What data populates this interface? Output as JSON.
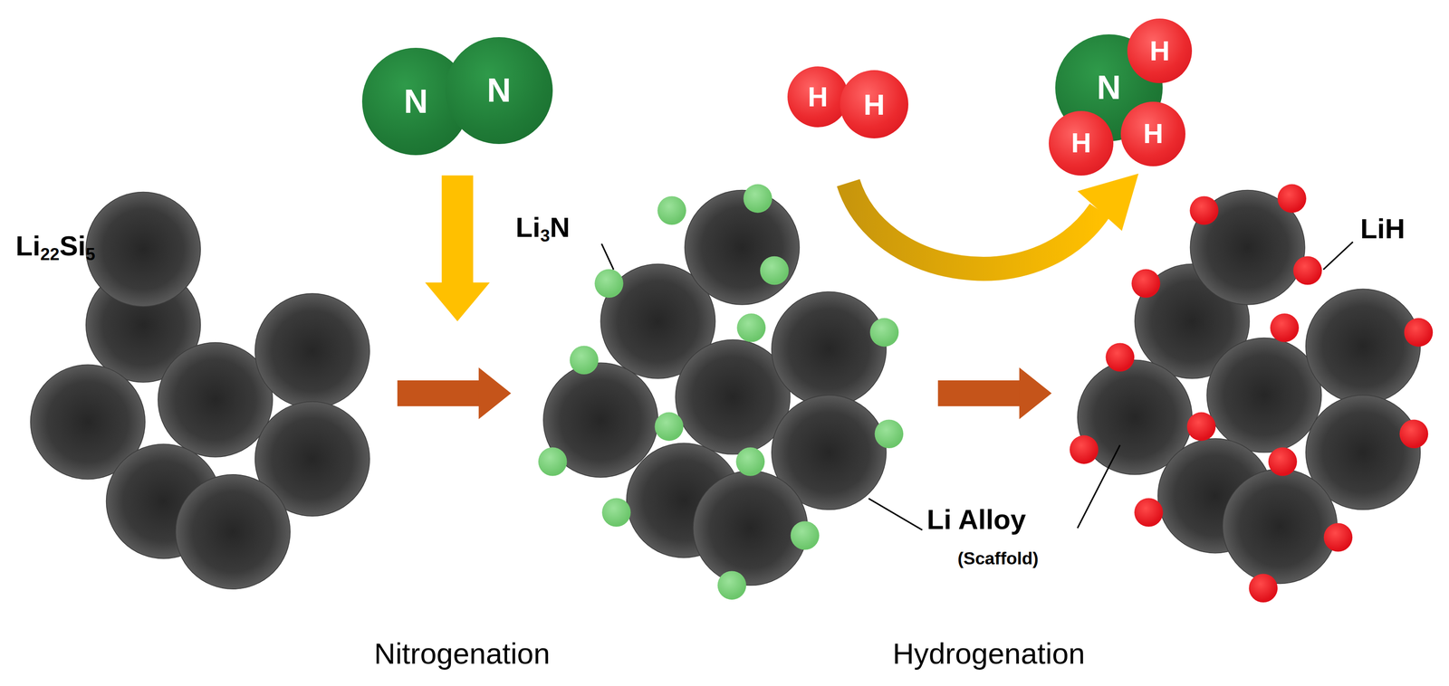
{
  "diagram": {
    "nodes": [
      {
        "text": [
          "N"
        ]
      },
      {
        "text": [
          "N"
        ]
      },
      {
        "text": [
          "H"
        ]
      },
      {
        "text": [
          "H"
        ]
      },
      {
        "text": [
          "N"
        ]
      },
      {
        "text": [
          "H"
        ]
      },
      {
        "text": [
          "H"
        ]
      },
      {
        "text": [
          "H"
        ]
      }
    ],
    "labels": [
      "Li22Si5",
      "Li3N",
      "Li Alloy",
      "(Scaffold)",
      "LiH",
      "Nitrogenation",
      "Hydrogenation"
    ]
  }
}
